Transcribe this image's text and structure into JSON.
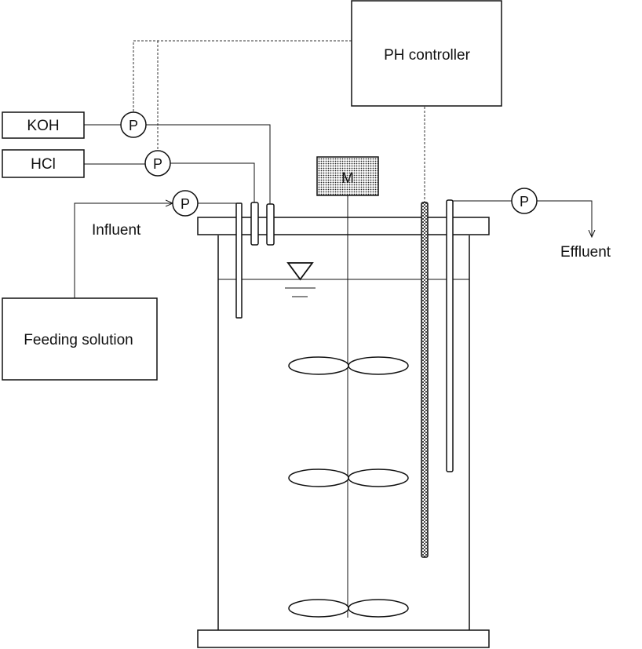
{
  "boxes": {
    "koh": "KOH",
    "hcl": "HCl",
    "ph_controller": "PH controller",
    "feeding_solution": "Feeding solution",
    "motor": "M"
  },
  "pumps": {
    "koh_pump": "P",
    "hcl_pump": "P",
    "influent_pump": "P",
    "effluent_pump": "P"
  },
  "labels": {
    "influent": "Influent",
    "effluent": "Effluent"
  },
  "colors": {
    "line": "#111111",
    "background": "#ffffff",
    "motor_fill": "#d8d8d8"
  }
}
